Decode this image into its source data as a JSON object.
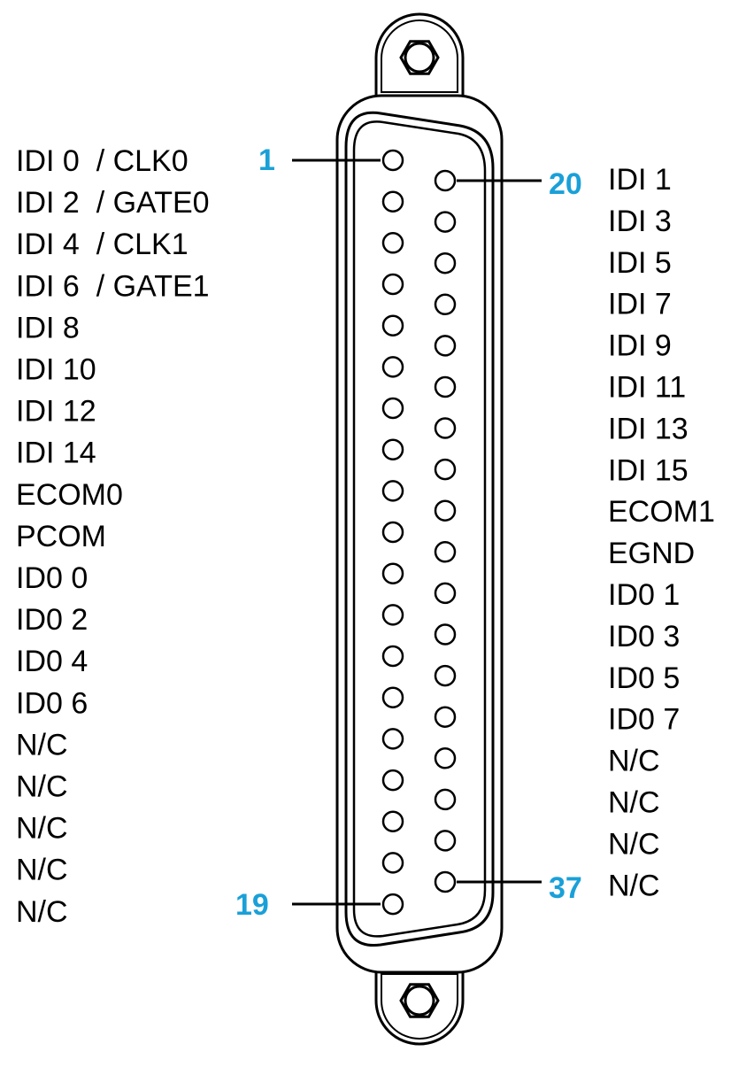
{
  "connector": {
    "name": "",
    "row_top": {
      "count": 19,
      "labels": [
        "IDI 0  / CLK0",
        "IDI 2  / GATE0",
        "IDI 4  / CLK1",
        "IDI 6  / GATE1",
        "IDI 8",
        "IDI 10",
        "IDI 12",
        "IDI 14",
        "ECOM0",
        "PCOM",
        "ID0 0",
        "ID0 2",
        "ID0 4",
        "ID0 6",
        "N/C",
        "N/C",
        "N/C",
        "N/C",
        "N/C"
      ]
    },
    "row_bottom": {
      "count": 18,
      "labels": [
        "IDI 1",
        "IDI 3",
        "IDI 5",
        "IDI 7",
        "IDI 9",
        "IDI 11",
        "IDI 13",
        "IDI 15",
        "ECOM1",
        "EGND",
        "ID0 1",
        "ID0 3",
        "ID0 5",
        "ID0 7",
        "N/C",
        "N/C",
        "N/C",
        "N/C"
      ]
    },
    "pin_markers": {
      "first_left": "1",
      "last_left": "19",
      "first_right": "20",
      "last_right": "37"
    }
  },
  "colors": {
    "accent": "#1aa0d8",
    "line": "#000000",
    "label": "#000000"
  }
}
